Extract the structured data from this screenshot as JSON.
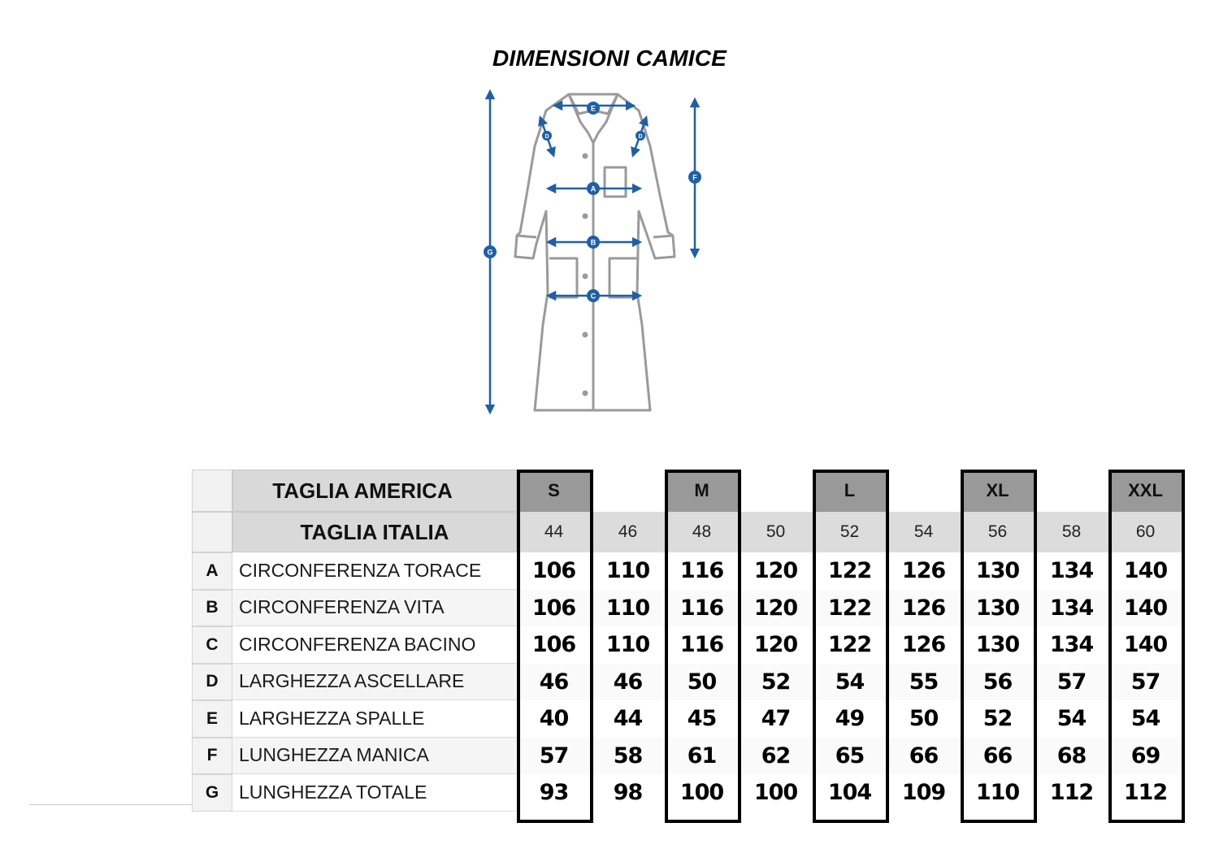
{
  "title": "DIMENSIONI CAMICE",
  "diagram": {
    "labels": [
      "E",
      "D",
      "D",
      "F",
      "A",
      "B",
      "C",
      "G"
    ]
  },
  "table": {
    "header_us_label": "TAGLIA AMERICA",
    "header_it_label": "TAGLIA ITALIA",
    "us_sizes": [
      "S",
      "",
      "M",
      "",
      "L",
      "",
      "XL",
      "",
      "XXL"
    ],
    "it_sizes": [
      "44",
      "46",
      "48",
      "50",
      "52",
      "54",
      "56",
      "58",
      "60"
    ],
    "rows": [
      {
        "letter": "A",
        "label": "CIRCONFERENZA TORACE",
        "values": [
          "106",
          "110",
          "116",
          "120",
          "122",
          "126",
          "130",
          "134",
          "140"
        ]
      },
      {
        "letter": "B",
        "label": "CIRCONFERENZA VITA",
        "values": [
          "106",
          "110",
          "116",
          "120",
          "122",
          "126",
          "130",
          "134",
          "140"
        ]
      },
      {
        "letter": "C",
        "label": "CIRCONFERENZA BACINO",
        "values": [
          "106",
          "110",
          "116",
          "120",
          "122",
          "126",
          "130",
          "134",
          "140"
        ]
      },
      {
        "letter": "D",
        "label": "LARGHEZZA ASCELLARE",
        "values": [
          "46",
          "46",
          "50",
          "52",
          "54",
          "55",
          "56",
          "57",
          "57"
        ]
      },
      {
        "letter": "E",
        "label": "LARGHEZZA SPALLE",
        "values": [
          "40",
          "44",
          "45",
          "47",
          "49",
          "50",
          "52",
          "54",
          "54"
        ]
      },
      {
        "letter": "F",
        "label": "LUNGHEZZA MANICA",
        "values": [
          "57",
          "58",
          "61",
          "62",
          "65",
          "66",
          "66",
          "68",
          "69"
        ]
      },
      {
        "letter": "G",
        "label": "LUNGHEZZA TOTALE",
        "values": [
          "93",
          "98",
          "100",
          "100",
          "104",
          "109",
          "110",
          "112",
          "112"
        ]
      }
    ]
  },
  "colors": {
    "measure_blue": "#1f5fa8",
    "coat_outline": "#9a9a9a",
    "header_gray": "#999999",
    "label_gray": "#d9d9d9"
  }
}
